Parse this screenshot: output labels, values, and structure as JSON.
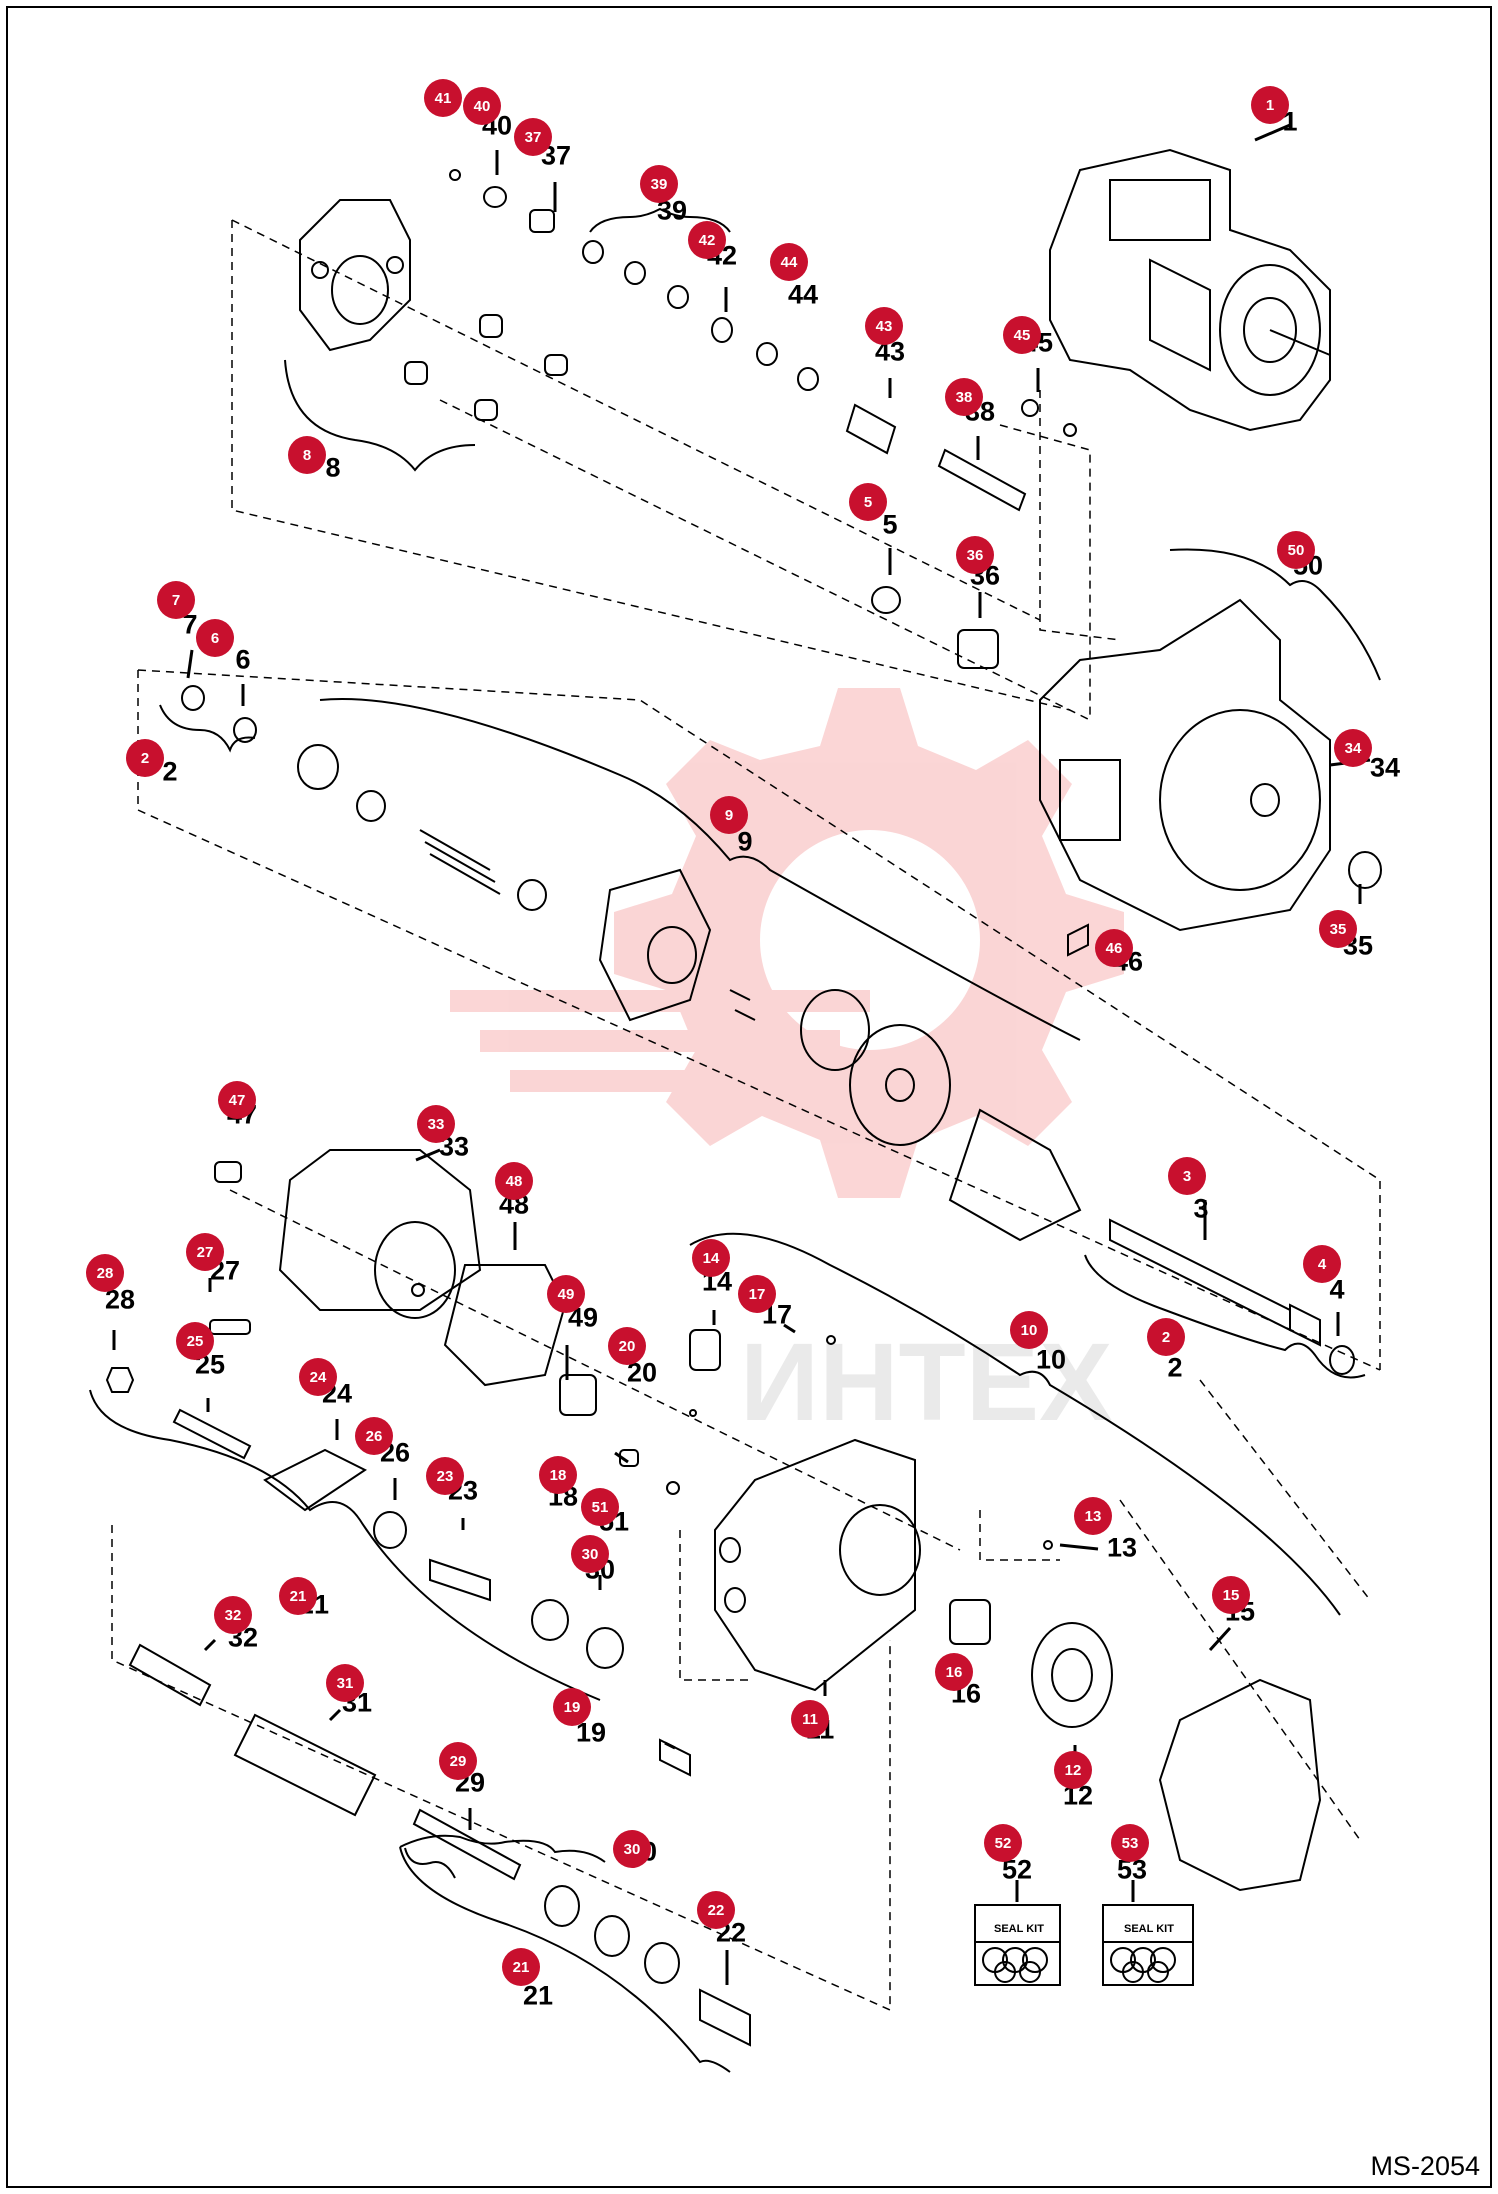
{
  "diagram_code": "MS-2054",
  "watermark_text": "ИНТЕХ",
  "accent_color": "#c8102e",
  "seal_kit_label": "SEAL KIT",
  "callouts": [
    {
      "id": "c1",
      "bubble": "1",
      "label": "1"
    },
    {
      "id": "c2a",
      "bubble": "2",
      "label": "2"
    },
    {
      "id": "c2b",
      "bubble": "2",
      "label": "2"
    },
    {
      "id": "c3",
      "bubble": "3",
      "label": "3"
    },
    {
      "id": "c4",
      "bubble": "4",
      "label": "4"
    },
    {
      "id": "c5",
      "bubble": "5",
      "label": "5"
    },
    {
      "id": "c6",
      "bubble": "6",
      "label": "6"
    },
    {
      "id": "c7",
      "bubble": "7",
      "label": "7"
    },
    {
      "id": "c8",
      "bubble": "8",
      "label": "8"
    },
    {
      "id": "c9",
      "bubble": "9",
      "label": "9"
    },
    {
      "id": "c10",
      "bubble": "10",
      "label": "10"
    },
    {
      "id": "c11",
      "bubble": "11",
      "label": "11"
    },
    {
      "id": "c12",
      "bubble": "12",
      "label": "12"
    },
    {
      "id": "c13",
      "bubble": "13",
      "label": "13"
    },
    {
      "id": "c14",
      "bubble": "14",
      "label": "14"
    },
    {
      "id": "c15",
      "bubble": "15",
      "label": "15"
    },
    {
      "id": "c16",
      "bubble": "16",
      "label": "16"
    },
    {
      "id": "c17",
      "bubble": "17",
      "label": "17"
    },
    {
      "id": "c18",
      "bubble": "18",
      "label": "18"
    },
    {
      "id": "c19",
      "bubble": "19",
      "label": "19"
    },
    {
      "id": "c20",
      "bubble": "20",
      "label": "20"
    },
    {
      "id": "c21a",
      "bubble": "21",
      "label": "21"
    },
    {
      "id": "c21b",
      "bubble": "21",
      "label": "21"
    },
    {
      "id": "c22",
      "bubble": "22",
      "label": "22"
    },
    {
      "id": "c23",
      "bubble": "23",
      "label": "23"
    },
    {
      "id": "c24",
      "bubble": "24",
      "label": "24"
    },
    {
      "id": "c25",
      "bubble": "25",
      "label": "25"
    },
    {
      "id": "c26",
      "bubble": "26",
      "label": "26"
    },
    {
      "id": "c27",
      "bubble": "27",
      "label": "27"
    },
    {
      "id": "c28",
      "bubble": "28",
      "label": "28"
    },
    {
      "id": "c29",
      "bubble": "29",
      "label": "29"
    },
    {
      "id": "c30a",
      "bubble": "30",
      "label": "30"
    },
    {
      "id": "c30b",
      "bubble": "30",
      "label": "30"
    },
    {
      "id": "c31",
      "bubble": "31",
      "label": "31"
    },
    {
      "id": "c32",
      "bubble": "32",
      "label": "32"
    },
    {
      "id": "c33",
      "bubble": "33",
      "label": "33"
    },
    {
      "id": "c34",
      "bubble": "34",
      "label": "34"
    },
    {
      "id": "c35",
      "bubble": "35",
      "label": "35"
    },
    {
      "id": "c36",
      "bubble": "36",
      "label": "36"
    },
    {
      "id": "c37",
      "bubble": "37",
      "label": "37"
    },
    {
      "id": "c38",
      "bubble": "38",
      "label": "38"
    },
    {
      "id": "c39",
      "bubble": "39",
      "label": "39"
    },
    {
      "id": "c40",
      "bubble": "40",
      "label": "40"
    },
    {
      "id": "c41",
      "bubble": "41",
      "label": ""
    },
    {
      "id": "c42",
      "bubble": "42",
      "label": "42"
    },
    {
      "id": "c43",
      "bubble": "43",
      "label": "43"
    },
    {
      "id": "c44",
      "bubble": "44",
      "label": "44"
    },
    {
      "id": "c45",
      "bubble": "45",
      "label": "45"
    },
    {
      "id": "c46",
      "bubble": "46",
      "label": "46"
    },
    {
      "id": "c47",
      "bubble": "47",
      "label": "47"
    },
    {
      "id": "c48",
      "bubble": "48",
      "label": "48"
    },
    {
      "id": "c49",
      "bubble": "49",
      "label": "49"
    },
    {
      "id": "c50",
      "bubble": "50",
      "label": "50"
    },
    {
      "id": "c51",
      "bubble": "51",
      "label": "51"
    },
    {
      "id": "c52",
      "bubble": "52",
      "label": "52"
    },
    {
      "id": "c53",
      "bubble": "53",
      "label": "53"
    }
  ]
}
